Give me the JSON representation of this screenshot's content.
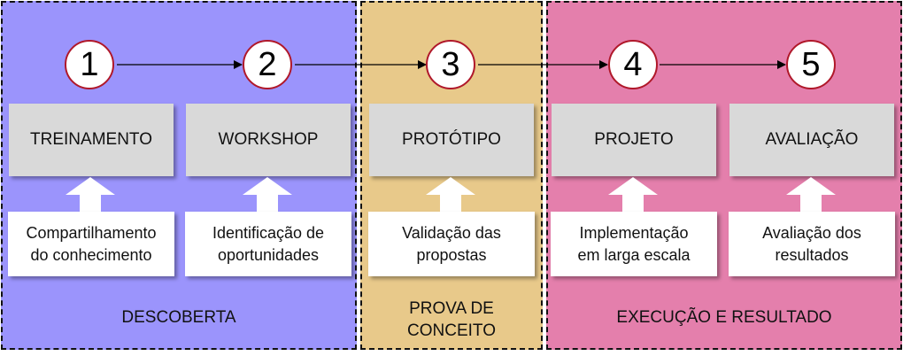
{
  "colors": {
    "discovery_bg": "#9b94fc",
    "proof_bg": "#e8c98a",
    "execution_bg": "#e47fac",
    "circle_border": "#b0182a",
    "box_bg": "#d9d9d9"
  },
  "phases": [
    {
      "label": "DESCOBERTA"
    },
    {
      "label": "PROVA DE CONCEITO",
      "line1": "PROVA DE",
      "line2": "CONCEITO"
    },
    {
      "label": "EXECUÇÃO E RESULTADO"
    }
  ],
  "steps": [
    {
      "number": "1",
      "title": "TREINAMENTO",
      "desc1": "Compartilhamento",
      "desc2": "do conhecimento"
    },
    {
      "number": "2",
      "title": "WORKSHOP",
      "desc1": "Identificação de",
      "desc2": "oportunidades"
    },
    {
      "number": "3",
      "title": "PROTÓTIPO",
      "desc1": "Validação das",
      "desc2": "propostas"
    },
    {
      "number": "4",
      "title": "PROJETO",
      "desc1": "Implementação",
      "desc2": "em larga escala"
    },
    {
      "number": "5",
      "title": "AVALIAÇÃO",
      "desc1": "Avaliação dos",
      "desc2": "resultados"
    }
  ]
}
